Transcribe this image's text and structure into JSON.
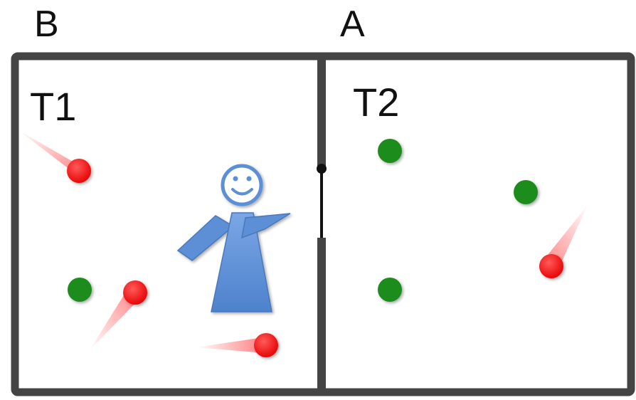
{
  "labels": {
    "room_b": "B",
    "room_a": "A",
    "region_t1": "T1",
    "region_t2": "T2"
  },
  "colors": {
    "wall": "#444444",
    "door": "#111111",
    "red_ball": "#ff1a1a",
    "green_dot": "#1a8c1a",
    "person": "#5b8fd6",
    "person_outline": "#4a78b8"
  },
  "objects": {
    "red_moving_balls": 4,
    "green_static_dots": 4,
    "person": 1
  }
}
